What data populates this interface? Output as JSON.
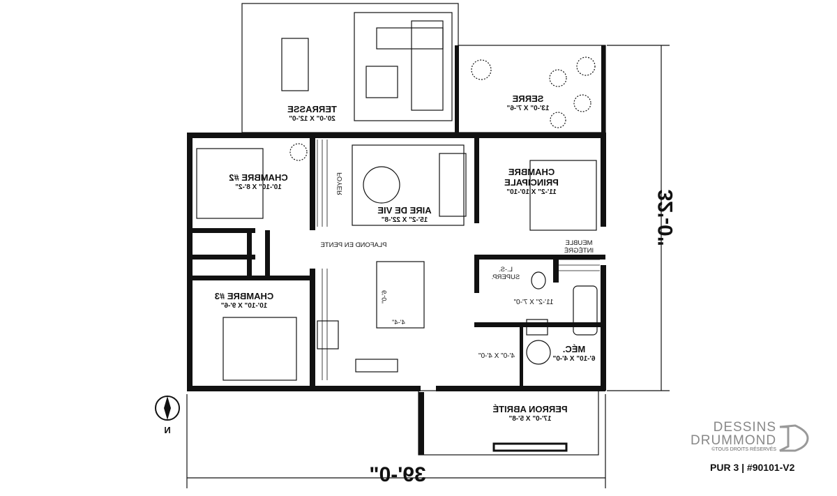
{
  "rooms": {
    "terrasse": {
      "name": "TERRASSE",
      "dim": "20'-0\" X 12'-0\""
    },
    "serre": {
      "name": "SERRE",
      "dim": "13'-0\" X 7'-6\""
    },
    "chambre2": {
      "name": "CHAMBRE #2",
      "dim": "10'-10\" X 8'-2\""
    },
    "aire": {
      "name": "AIRE DE VIE",
      "dim": "15'-2\" X 22'-8\""
    },
    "principale": {
      "name": "CHAMBRE PRINCIPALE",
      "line1": "CHAMBRE",
      "line2": "PRINCIPALE",
      "dim": "11'-2\" X 10'-10\""
    },
    "chambre3": {
      "name": "CHAMBRE #3",
      "dim": "10'-10\" X 9'-6\""
    },
    "sdb": {
      "dim": "11'-2\" X 7'-0\""
    },
    "placard": {
      "dim": "4'-0\" X 4'-0\""
    },
    "mec": {
      "name": "MÉC.",
      "dim": "6'-10\" X 4'-0\""
    },
    "perron": {
      "name": "PERRON ABRITÉ",
      "dim": "17'-0\" X 5'-8\""
    }
  },
  "annotations": {
    "foyer": "FOYER",
    "plafond": "PLAFOND EN PENTE",
    "meuble1": "MEUBLE",
    "meuble2": "INTÉGRÉ",
    "ls1": "L.-S.",
    "ls2": "SUPERP.",
    "island_w": "6'-0\"",
    "island_d": "4'-4\""
  },
  "dimensions": {
    "width": "39'-0\"",
    "depth": "32'-0\""
  },
  "compass": "N",
  "branding": {
    "line1": "DESSINS",
    "line2": "DRUMMOND",
    "copyright": "©TOUS DROITS RÉSERVÉS",
    "plan_code": "PUR 3 | #90101-V2"
  }
}
